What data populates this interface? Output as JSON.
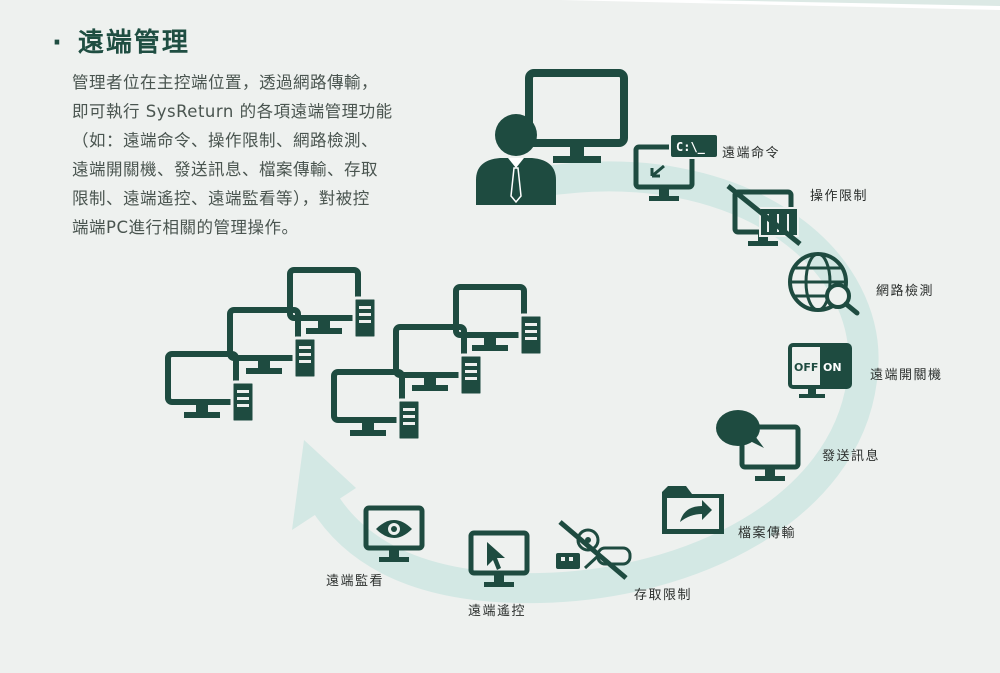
{
  "section": {
    "bullet": "·",
    "title": "遠端管理",
    "description": "管理者位在主控端位置，透過網路傳輸，\n即可執行 SysReturn 的各項遠端管理功能\n（如：遠端命令、操作限制、網路檢測、\n遠端開關機、發送訊息、檔案傳輸、存取\n限制、遠端遙控、遠端監看等），對被控\n端端PC進行相關的管理操作。"
  },
  "icons": {
    "cmd_text": "C:\\_",
    "power_off": "OFF",
    "power_on": "ON"
  },
  "features": [
    {
      "label": "遠端命令",
      "icon": "command-prompt-icon"
    },
    {
      "label": "操作限制",
      "icon": "restricted-computer-icon"
    },
    {
      "label": "網路檢測",
      "icon": "globe-search-icon"
    },
    {
      "label": "遠端開關機",
      "icon": "power-switch-icon"
    },
    {
      "label": "發送訊息",
      "icon": "message-bubble-icon"
    },
    {
      "label": "檔案傳輸",
      "icon": "folder-share-icon"
    },
    {
      "label": "存取限制",
      "icon": "usb-blocked-icon"
    },
    {
      "label": "遠端遙控",
      "icon": "remote-cursor-icon"
    },
    {
      "label": "遠端監看",
      "icon": "eye-monitor-icon"
    }
  ],
  "colors": {
    "icon": "#1e4b40",
    "arrow": "#d3e8e4",
    "background": "#eef1ef",
    "title": "#1f4e42"
  }
}
